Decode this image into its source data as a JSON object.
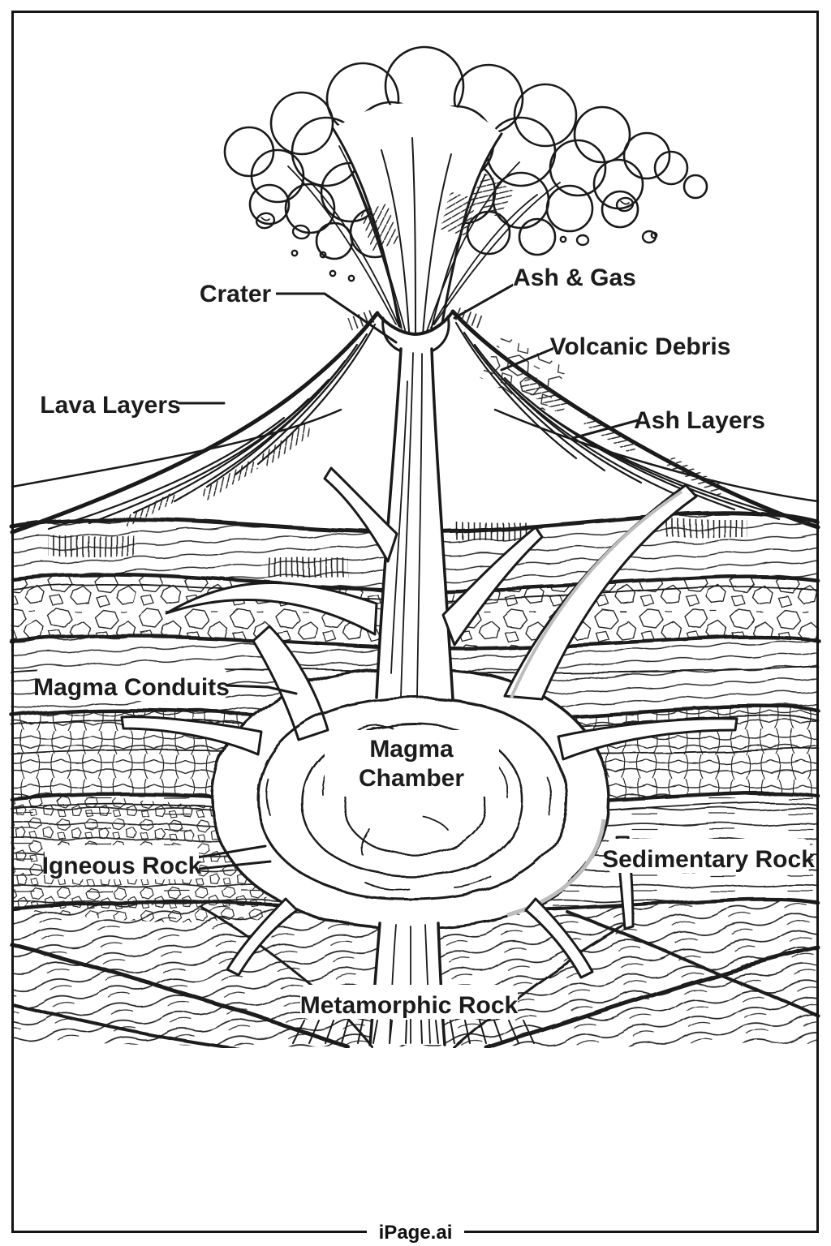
{
  "page": {
    "background": "#ffffff",
    "ink_color": "#1a1a1a",
    "shadow_color": "#bdbdbd",
    "border_color": "#141414",
    "footer": {
      "brand": "iPage.ai"
    }
  },
  "diagram": {
    "subject": "volcano-cross-section-coloring-page",
    "labels": {
      "crater": "Crater",
      "ash_gas": "Ash & Gas",
      "volcanic_debris": "Volcanic Debris",
      "lava_layers": "Lava Layers",
      "ash_layers": "Ash Layers",
      "magma_conduits": "Magma Conduits",
      "magma_chamber_line1": "Magma",
      "magma_chamber_line2": "Chamber",
      "igneous_rock": "Igneous Rock",
      "sedimentary_rock": "Sedimentary Rock",
      "metamorphic_rock": "Metamorphic Rock"
    }
  }
}
